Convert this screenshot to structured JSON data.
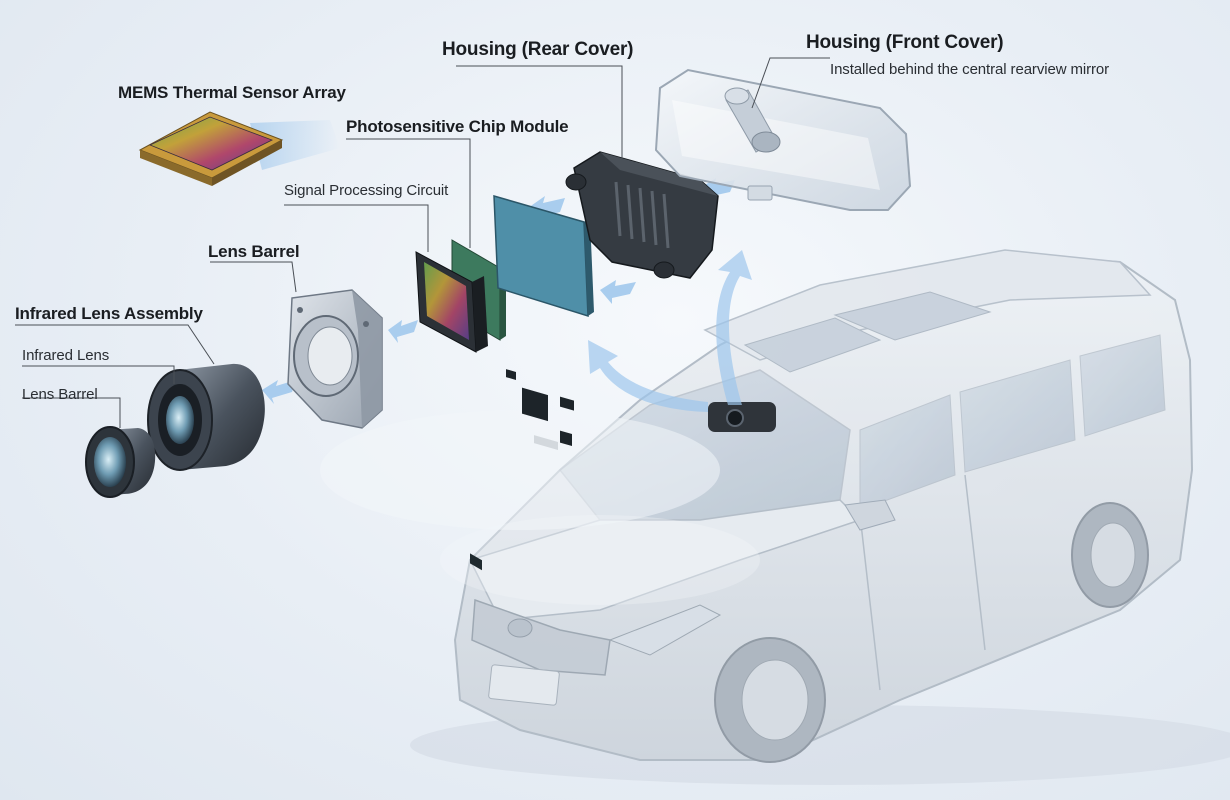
{
  "labels": {
    "housing_front": "Housing (Front Cover)",
    "housing_front_note": "Installed behind the central rearview mirror",
    "housing_rear": "Housing (Rear Cover)",
    "mems_array": "MEMS Thermal Sensor Array",
    "photosensitive_chip": "Photosensitive Chip Module",
    "signal_processing": "Signal Processing Circuit",
    "lens_barrel_main": "Lens Barrel",
    "infrared_lens_assembly": "Infrared Lens Assembly",
    "infrared_lens": "Infrared Lens",
    "lens_barrel_sub": "Lens Barrel"
  },
  "colors": {
    "background": "#eaf0f6",
    "leader_line": "#4a4f56",
    "flow_arrow": "#7fb2e0",
    "car_body": "#d9dee5",
    "module_dark": "#2f343a",
    "pcb_green": "#3f7f6a",
    "pcb_blue": "#4f8fa8"
  }
}
